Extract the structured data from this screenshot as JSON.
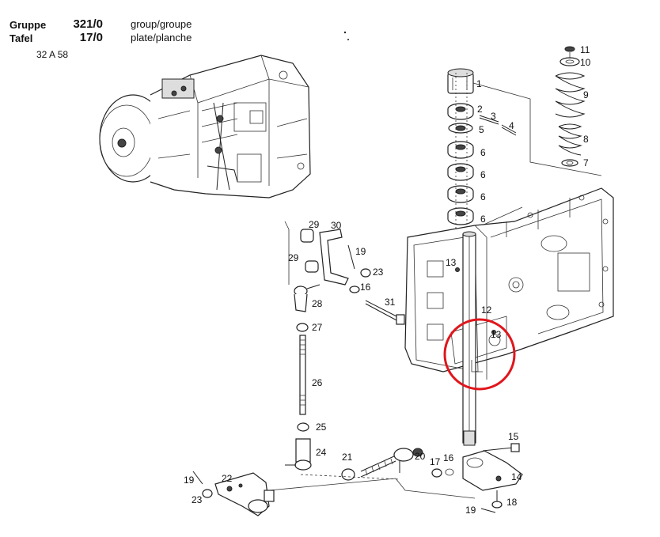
{
  "header": {
    "gruppe_label": "Gruppe",
    "gruppe_value": "321/0",
    "gruppe_desc": "group/groupe",
    "tafel_label": "Tafel",
    "tafel_value": "17/0",
    "tafel_desc": "plate/planche",
    "drawing_code": "32 A 58"
  },
  "parts": [
    {
      "id": "p1",
      "label": "1"
    },
    {
      "id": "p2",
      "label": "2"
    },
    {
      "id": "p3",
      "label": "3"
    },
    {
      "id": "p4",
      "label": "4"
    },
    {
      "id": "p5",
      "label": "5"
    },
    {
      "id": "p6a",
      "label": "6"
    },
    {
      "id": "p6b",
      "label": "6"
    },
    {
      "id": "p6c",
      "label": "6"
    },
    {
      "id": "p6d",
      "label": "6"
    },
    {
      "id": "p7",
      "label": "7"
    },
    {
      "id": "p8",
      "label": "8"
    },
    {
      "id": "p9",
      "label": "9"
    },
    {
      "id": "p10",
      "label": "10"
    },
    {
      "id": "p11",
      "label": "11"
    },
    {
      "id": "p12",
      "label": "12"
    },
    {
      "id": "p13a",
      "label": "13"
    },
    {
      "id": "p13b",
      "label": "13"
    },
    {
      "id": "p14",
      "label": "14"
    },
    {
      "id": "p15",
      "label": "15"
    },
    {
      "id": "p16a",
      "label": "16"
    },
    {
      "id": "p16b",
      "label": "16"
    },
    {
      "id": "p17",
      "label": "17"
    },
    {
      "id": "p18",
      "label": "18"
    },
    {
      "id": "p19a",
      "label": "19"
    },
    {
      "id": "p19b",
      "label": "19"
    },
    {
      "id": "p19c",
      "label": "19"
    },
    {
      "id": "p20",
      "label": "20"
    },
    {
      "id": "p21",
      "label": "21"
    },
    {
      "id": "p22",
      "label": "22"
    },
    {
      "id": "p23a",
      "label": "23"
    },
    {
      "id": "p23b",
      "label": "23"
    },
    {
      "id": "p24",
      "label": "24"
    },
    {
      "id": "p25",
      "label": "25"
    },
    {
      "id": "p26",
      "label": "26"
    },
    {
      "id": "p27",
      "label": "27"
    },
    {
      "id": "p28",
      "label": "28"
    },
    {
      "id": "p29a",
      "label": "29"
    },
    {
      "id": "p29b",
      "label": "29"
    },
    {
      "id": "p30",
      "label": "30"
    },
    {
      "id": "p31",
      "label": "31"
    }
  ],
  "highlight": {
    "color": "#e0161c"
  }
}
